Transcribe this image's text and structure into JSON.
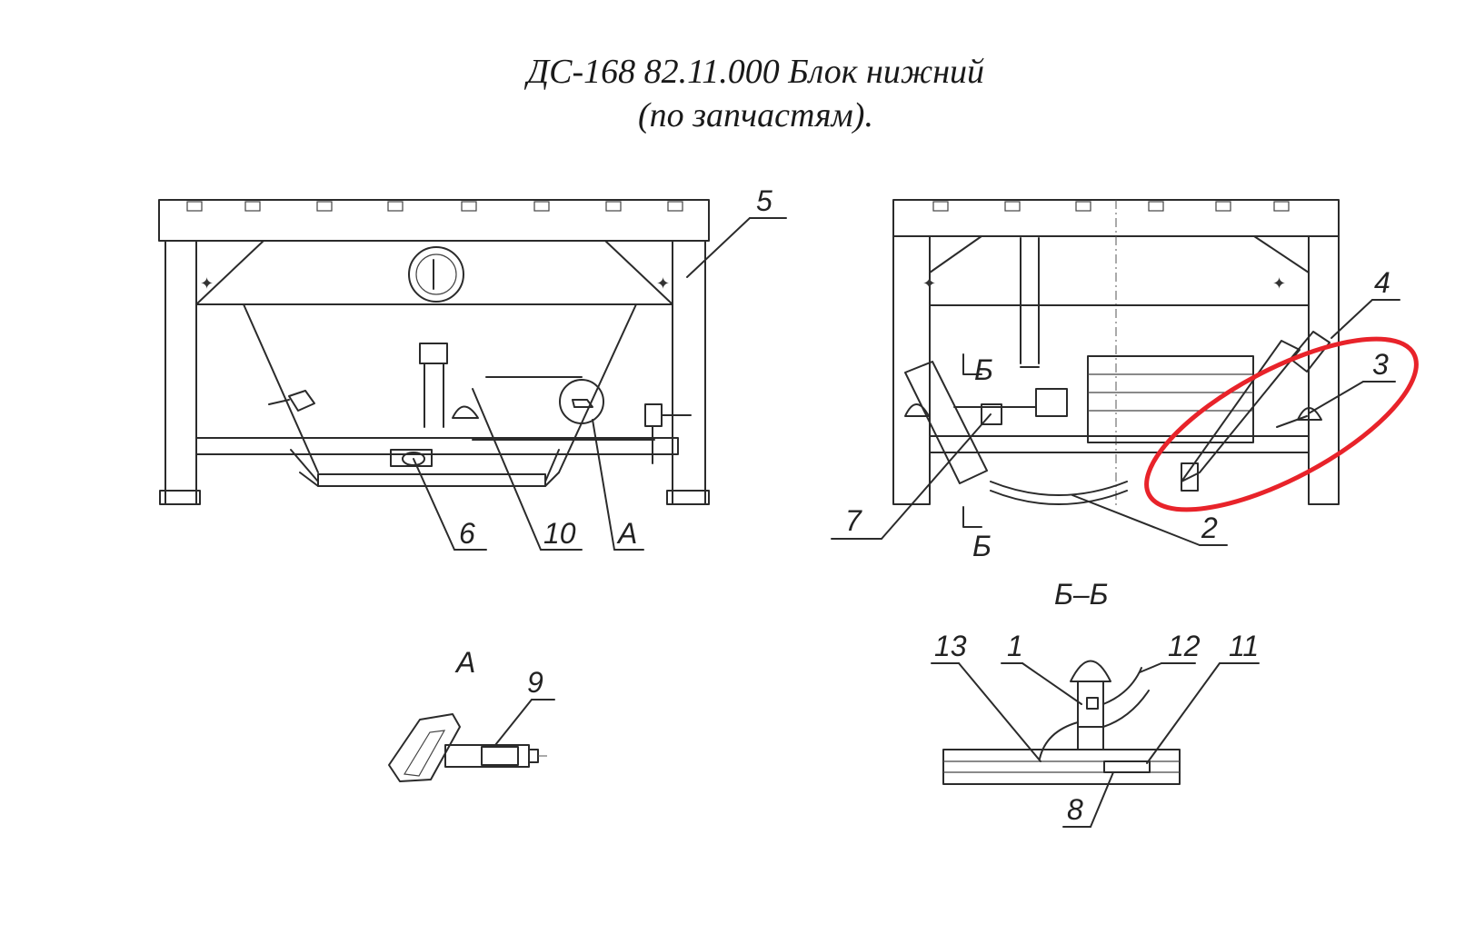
{
  "title": {
    "line1": "ДС-168 82.11.000 Блок нижний",
    "line2": "(по запчастям)."
  },
  "section_labels": {
    "view_a": "А",
    "section_bb": "Б–Б",
    "cut_mark_top": "Б",
    "cut_mark_bottom": "Б"
  },
  "callouts": {
    "c1": "1",
    "c2": "2",
    "c3": "3",
    "c4": "4",
    "c5": "5",
    "c6": "6",
    "c7": "7",
    "c8": "8",
    "c9": "9",
    "c10": "10",
    "c11": "11",
    "c12": "12",
    "c13": "13",
    "cA": "А"
  },
  "highlight": {
    "color": "#e8232a",
    "target": "3"
  }
}
